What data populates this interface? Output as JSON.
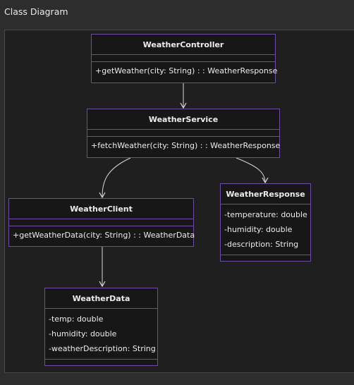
{
  "header": {
    "title": "Class Diagram"
  },
  "classes": {
    "controller": {
      "name": "WeatherController",
      "attributes": [],
      "methods": [
        "+getWeather(city: String) : : WeatherResponse"
      ]
    },
    "service": {
      "name": "WeatherService",
      "attributes": [],
      "methods": [
        "+fetchWeather(city: String) : : WeatherResponse"
      ]
    },
    "client": {
      "name": "WeatherClient",
      "attributes": [],
      "methods": [
        "+getWeatherData(city: String) : : WeatherData"
      ]
    },
    "response": {
      "name": "WeatherResponse",
      "attributes": [
        "-temperature: double",
        "-humidity: double",
        "-description: String"
      ],
      "methods": []
    },
    "data": {
      "name": "WeatherData",
      "attributes": [
        "-temp: double",
        "-humidity: double",
        "-weatherDescription: String"
      ],
      "methods": []
    }
  },
  "relations": [
    {
      "from": "WeatherController",
      "to": "WeatherService"
    },
    {
      "from": "WeatherService",
      "to": "WeatherClient"
    },
    {
      "from": "WeatherService",
      "to": "WeatherResponse"
    },
    {
      "from": "WeatherClient",
      "to": "WeatherData"
    }
  ]
}
